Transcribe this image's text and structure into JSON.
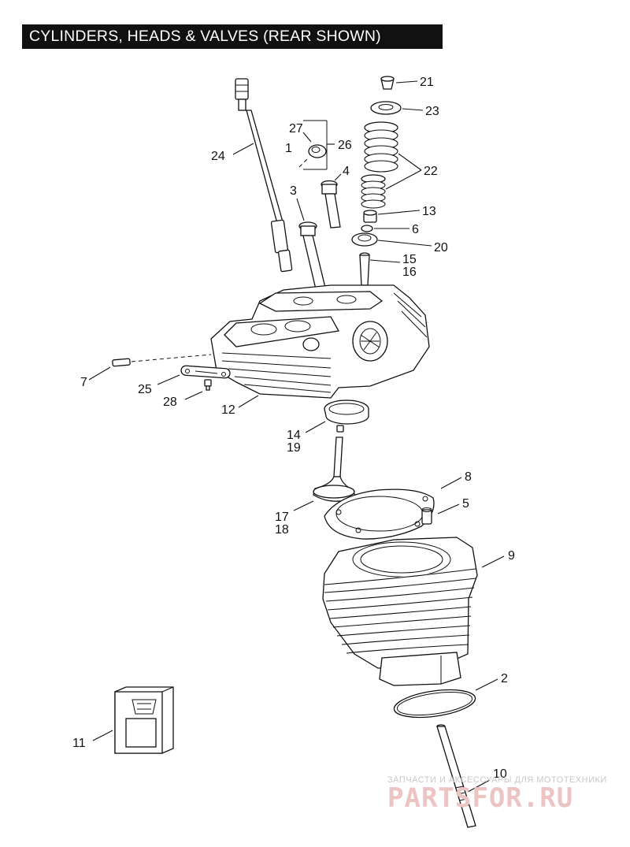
{
  "title": "CYLINDERS, HEADS & VALVES (REAR SHOWN)",
  "callouts": {
    "c1": "1",
    "c2": "2",
    "c3": "3",
    "c4": "4",
    "c5": "5",
    "c6": "6",
    "c7": "7",
    "c8": "8",
    "c9": "9",
    "c10": "10",
    "c11": "11",
    "c12": "12",
    "c13": "13",
    "c14": "14",
    "c15": "15",
    "c16": "16",
    "c17": "17",
    "c18": "18",
    "c19": "19",
    "c20": "20",
    "c21": "21",
    "c22": "22",
    "c23": "23",
    "c24": "24",
    "c25": "25",
    "c26": "26",
    "c27": "27",
    "c28": "28"
  },
  "watermark": {
    "tagline": "ЗАПЧАСТИ И АКСЕССУАРЫ ДЛЯ МОТОТЕХНИКИ",
    "brand": "PARTSFOR.RU"
  }
}
